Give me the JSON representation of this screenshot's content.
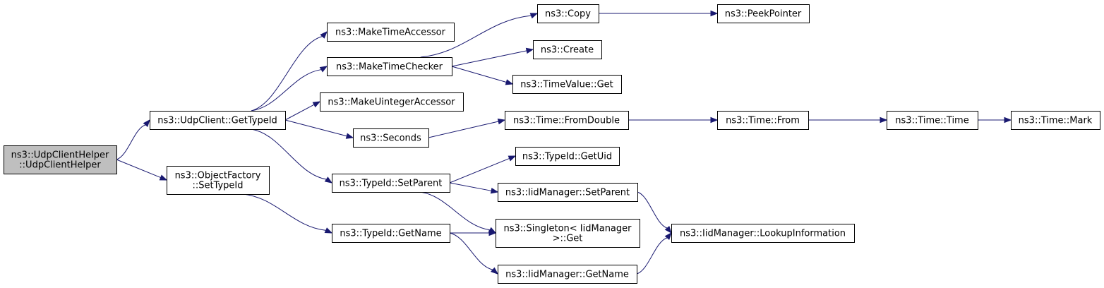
{
  "colors": {
    "edge": "#191970",
    "root_fill": "#bfbfbf",
    "node_fill": "#ffffff",
    "border": "#000000"
  },
  "nodes": {
    "udpclienthelper": {
      "lines": [
        "ns3::UdpClientHelper",
        "::UdpClientHelper"
      ]
    },
    "udpclient_gettypeid": {
      "lines": [
        "ns3::UdpClient::GetTypeId"
      ]
    },
    "objectfactory_settypeid": {
      "lines": [
        "ns3::ObjectFactory",
        "::SetTypeId"
      ]
    },
    "maketimeaccessor": {
      "lines": [
        "ns3::MakeTimeAccessor"
      ]
    },
    "maketimechecker": {
      "lines": [
        "ns3::MakeTimeChecker"
      ]
    },
    "makeuintegeraccessor": {
      "lines": [
        "ns3::MakeUintegerAccessor"
      ]
    },
    "seconds": {
      "lines": [
        "ns3::Seconds"
      ]
    },
    "typeid_setparent": {
      "lines": [
        "ns3::TypeId::SetParent"
      ]
    },
    "typeid_getname": {
      "lines": [
        "ns3::TypeId::GetName"
      ]
    },
    "copy": {
      "lines": [
        "ns3::Copy"
      ]
    },
    "create": {
      "lines": [
        "ns3::Create"
      ]
    },
    "timevalue_get": {
      "lines": [
        "ns3::TimeValue::Get"
      ]
    },
    "time_fromdouble": {
      "lines": [
        "ns3::Time::FromDouble"
      ]
    },
    "typeid_getuid": {
      "lines": [
        "ns3::TypeId::GetUid"
      ]
    },
    "iidmanager_setparent": {
      "lines": [
        "ns3::IidManager::SetParent"
      ]
    },
    "singleton_get": {
      "lines": [
        "ns3::Singleton< IidManager",
        ">::Get"
      ]
    },
    "iidmanager_getname": {
      "lines": [
        "ns3::IidManager::GetName"
      ]
    },
    "peekpointer": {
      "lines": [
        "ns3::PeekPointer"
      ]
    },
    "time_from": {
      "lines": [
        "ns3::Time::From"
      ]
    },
    "iidmanager_lookupinformation": {
      "lines": [
        "ns3::IidManager::LookupInformation"
      ]
    },
    "time_time": {
      "lines": [
        "ns3::Time::Time"
      ]
    },
    "time_mark": {
      "lines": [
        "ns3::Time::Mark"
      ]
    }
  },
  "edges": [
    [
      "udpclienthelper",
      "udpclient_gettypeid"
    ],
    [
      "udpclienthelper",
      "objectfactory_settypeid"
    ],
    [
      "udpclient_gettypeid",
      "maketimeaccessor"
    ],
    [
      "udpclient_gettypeid",
      "maketimechecker"
    ],
    [
      "udpclient_gettypeid",
      "makeuintegeraccessor"
    ],
    [
      "udpclient_gettypeid",
      "seconds"
    ],
    [
      "udpclient_gettypeid",
      "typeid_setparent"
    ],
    [
      "maketimechecker",
      "copy"
    ],
    [
      "maketimechecker",
      "create"
    ],
    [
      "maketimechecker",
      "timevalue_get"
    ],
    [
      "copy",
      "peekpointer"
    ],
    [
      "seconds",
      "time_fromdouble"
    ],
    [
      "time_fromdouble",
      "time_from"
    ],
    [
      "time_from",
      "time_time"
    ],
    [
      "time_time",
      "time_mark"
    ],
    [
      "typeid_setparent",
      "typeid_getuid"
    ],
    [
      "typeid_setparent",
      "iidmanager_setparent"
    ],
    [
      "typeid_setparent",
      "singleton_get"
    ],
    [
      "iidmanager_setparent",
      "iidmanager_lookupinformation"
    ],
    [
      "objectfactory_settypeid",
      "typeid_getname"
    ],
    [
      "typeid_getname",
      "singleton_get"
    ],
    [
      "typeid_getname",
      "iidmanager_getname"
    ],
    [
      "iidmanager_getname",
      "iidmanager_lookupinformation"
    ]
  ]
}
